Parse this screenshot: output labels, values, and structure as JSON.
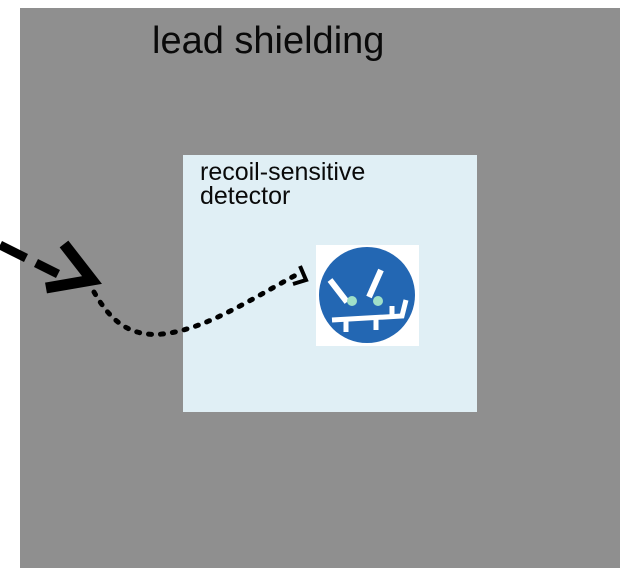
{
  "shield": {
    "label": "lead shielding",
    "color": "#8f8f8f"
  },
  "detector": {
    "label": "recoil-sensitive detector",
    "color": "#e0eff5"
  },
  "particle": {
    "icon": "angry-blue-face-icon",
    "color": "#2367b3"
  },
  "trajectory": {
    "style": "dotted",
    "icon": "arrow-head-icon"
  }
}
